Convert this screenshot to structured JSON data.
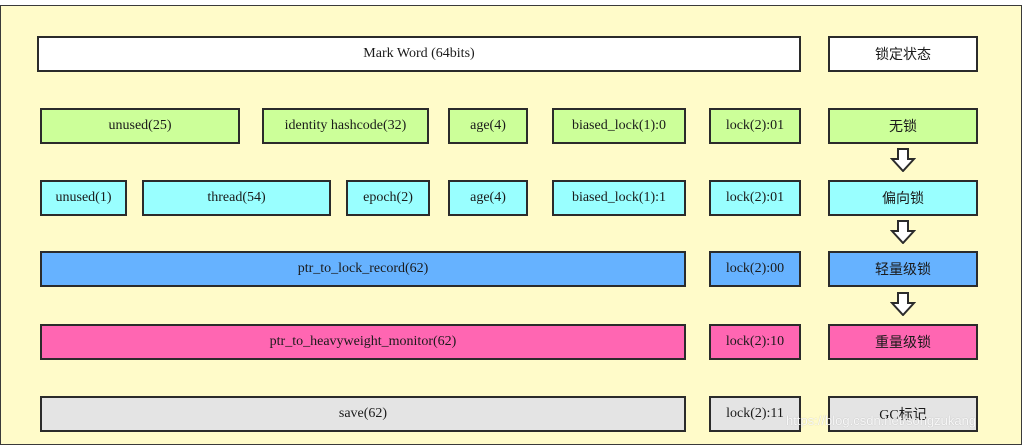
{
  "header": {
    "mark_word": "Mark Word (64bits)",
    "lock_state": "锁定状态"
  },
  "rows": [
    {
      "cells": [
        "unused(25)",
        "identity hashcode(32)",
        "age(4)",
        "biased_lock(1):0"
      ],
      "lock": "lock(2):01",
      "state": "无锁"
    },
    {
      "cells": [
        "unused(1)",
        "thread(54)",
        "epoch(2)",
        "age(4)",
        "biased_lock(1):1"
      ],
      "lock": "lock(2):01",
      "state": "偏向锁"
    },
    {
      "cells": [
        "ptr_to_lock_record(62)"
      ],
      "lock": "lock(2):00",
      "state": "轻量级锁"
    },
    {
      "cells": [
        "ptr_to_heavyweight_monitor(62)"
      ],
      "lock": "lock(2):10",
      "state": "重量级锁"
    },
    {
      "cells": [
        "save(62)"
      ],
      "lock": "lock(2):11",
      "state": "GC标记"
    }
  ],
  "colors": {
    "background": "#fffbc9",
    "no_lock": "#ccff99",
    "biased": "#99ffff",
    "lightweight": "#66b2ff",
    "heavyweight": "#ff66b2",
    "gc": "#e4e4e4"
  },
  "arrow_icon": "down-arrow-icon",
  "watermark": "https://blog.csdn.net/songzukang"
}
